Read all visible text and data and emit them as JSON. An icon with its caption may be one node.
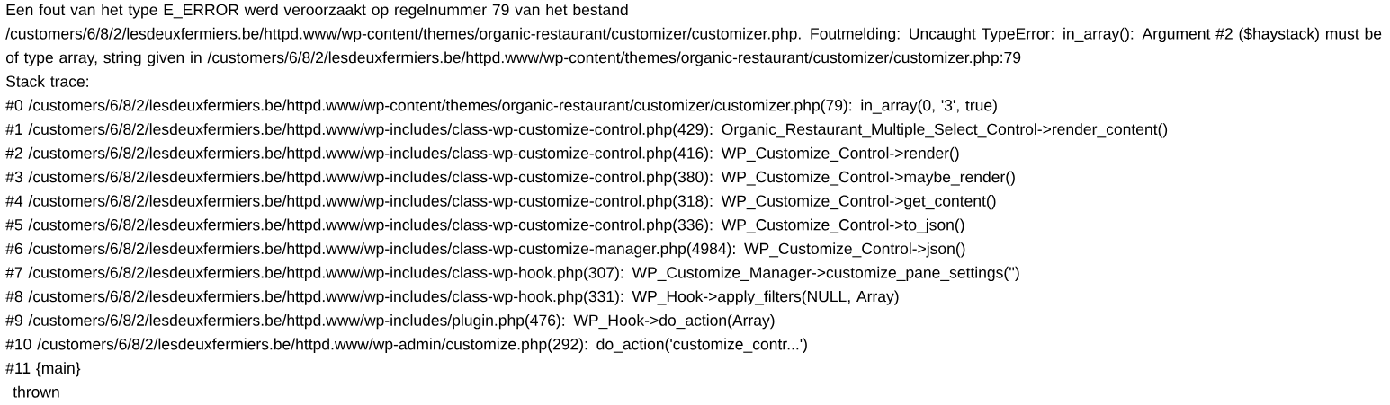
{
  "diagram": {
    "labels": [
      "Een fout van het type E_ERROR werd veroorzaakt op regelnummer 79 van het bestand /customers/6/8/2/lesdeuxfermiers.be/httpd.www/wp-content/themes/organic-restaurant/customizer/customizer.php. Foutmelding: Uncaught TypeError: in_array(): Argument #2 ($haystack) must be of type array, string given in /customers/6/8/2/lesdeuxfermiers.be/httpd.www/wp-content/themes/organic-restaurant/customizer/customizer.php:79",
      "Stack trace:",
      "#0 /customers/6/8/2/lesdeuxfermiers.be/httpd.www/wp-content/themes/organic-restaurant/customizer/customizer.php(79): in_array(0, '3', true)",
      "#1 /customers/6/8/2/lesdeuxfermiers.be/httpd.www/wp-includes/class-wp-customize-control.php(429): Organic_Restaurant_Multiple_Select_Control->render_content()",
      "#2 /customers/6/8/2/lesdeuxfermiers.be/httpd.www/wp-includes/class-wp-customize-control.php(416): WP_Customize_Control->render()",
      "#3 /customers/6/8/2/lesdeuxfermiers.be/httpd.www/wp-includes/class-wp-customize-control.php(380): WP_Customize_Control->maybe_render()",
      "#4 /customers/6/8/2/lesdeuxfermiers.be/httpd.www/wp-includes/class-wp-customize-control.php(318): WP_Customize_Control->get_content()",
      "#5 /customers/6/8/2/lesdeuxfermiers.be/httpd.www/wp-includes/class-wp-customize-control.php(336): WP_Customize_Control->to_json()",
      "#6 /customers/6/8/2/lesdeuxfermiers.be/httpd.www/wp-includes/class-wp-customize-manager.php(4984): WP_Customize_Control->json()",
      "#7 /customers/6/8/2/lesdeuxfermiers.be/httpd.www/wp-includes/class-wp-hook.php(307): WP_Customize_Manager->customize_pane_settings('')",
      "#8 /customers/6/8/2/lesdeuxfermiers.be/httpd.www/wp-includes/class-wp-hook.php(331): WP_Hook->apply_filters(NULL, Array)",
      "#9 /customers/6/8/2/lesdeuxfermiers.be/httpd.www/wp-includes/plugin.php(476): WP_Hook->do_action(Array)",
      "#10 /customers/6/8/2/lesdeuxfermiers.be/httpd.www/wp-admin/customize.php(292): do_action('customize_contr...')",
      "#11 {main}",
      "thrown"
    ]
  }
}
